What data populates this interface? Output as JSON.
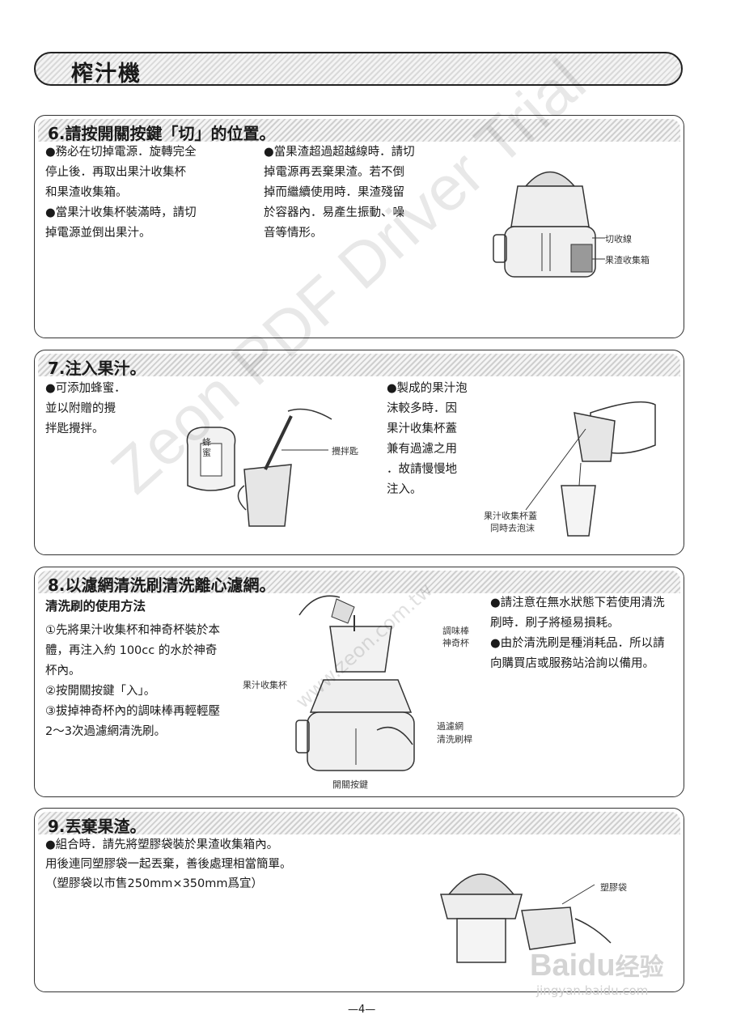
{
  "page_title": "榨汁機",
  "sections": {
    "s6": {
      "heading": "6.請按開關按鍵「切」的位置。",
      "col1": [
        "●務必在切掉電源．旋轉完全",
        "  停止後．再取出果汁收集杯",
        "  和果渣收集箱。",
        "●當果汁收集杯裝滿時，請切",
        "  掉電源並倒出果汁。"
      ],
      "col2": [
        "●當果渣超過超越線時．請切",
        "  掉電源再丟棄果渣。若不倒",
        "  掉而繼續使用時．果渣殘留",
        "  於容器內．易產生振動、噪",
        "  音等情形。"
      ],
      "labels": [
        "切收線",
        "果渣收集箱"
      ]
    },
    "s7": {
      "heading": "7.注入果汁。",
      "col1": [
        "●可添加蜂蜜．",
        "  並以附贈的攪",
        "  拌匙攪拌。"
      ],
      "col2": [
        "●製成的果汁泡",
        "  沫較多時．因",
        "  果汁收集杯蓋",
        "  兼有過濾之用",
        "  ．故請慢慢地",
        "  注入。"
      ],
      "jar_label": "蜂蜜",
      "labels": [
        "攪拌匙",
        "果汁收集杯蓋",
        "同時去泡沫"
      ]
    },
    "s8": {
      "heading": "8.以濾網清洗刷清洗離心濾網。",
      "subtitle": "清洗刷的使用方法",
      "steps": [
        "①先將果汁收集杯和神奇杯裝於本",
        "  體，再注入約 100cc 的水於神奇",
        "  杯內。",
        "②按開關按鍵「入」。",
        "③拔掉神奇杯內的調味棒再輕輕壓",
        "  2～3次過濾網清洗刷。"
      ],
      "notes": [
        "●請注意在無水狀態下若使用清洗",
        "  刷時．刷子將極易損耗。",
        "●由於清洗刷是種消耗品．所以請",
        "  向購買店或服務站洽詢以備用。"
      ],
      "labels": [
        "調味棒",
        "神奇杯",
        "果汁收集杯",
        "過濾網",
        "清洗刷桿",
        "開關按鍵"
      ]
    },
    "s9": {
      "heading": "9.丟棄果渣。",
      "lines": [
        "●組合時．請先將塑膠袋裝於果渣收集箱內。",
        "  用後連同塑膠袋一起丟棄，善後處理相當簡單。",
        "（塑膠袋以市售250mm×350mm爲宜）"
      ],
      "labels": [
        "塑膠袋"
      ]
    }
  },
  "page_number": "—4—",
  "watermark": "Zeon PDF Driver Trial",
  "watermark_url": "www.zeon.com.tw",
  "logo": {
    "brand": "Baidu",
    "cn": "经验",
    "url": "jingyan.baidu.com"
  }
}
